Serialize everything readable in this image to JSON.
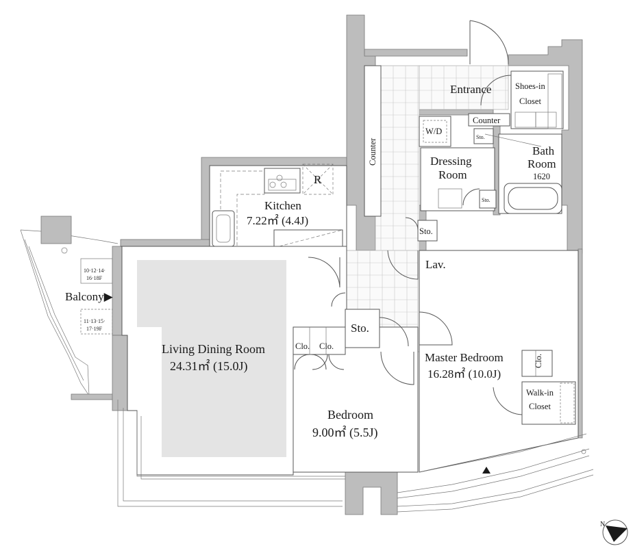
{
  "rooms": {
    "entrance": "Entrance",
    "shoes_in_closet_1": "Shoes-in",
    "shoes_in_closet_2": "Closet",
    "counter_entrance": "Counter",
    "counter_vertical": "Counter",
    "wd": "W/D",
    "sto_top": "Sto.",
    "dressing_1": "Dressing",
    "dressing_2": "Room",
    "bath_1": "Bath",
    "bath_2": "Room",
    "bath_3": "1620",
    "sto_bath": "Sto.",
    "sto_hall": "Sto.",
    "lav": "Lav.",
    "kitchen": "Kitchen",
    "kitchen_area": "7.22㎡ (4.4J)",
    "fridge": "R",
    "balcony": "Balcony▶",
    "floor_note_1a": "10·12·14·",
    "floor_note_1b": "16·18F",
    "floor_note_2a": "11·13·15·",
    "floor_note_2b": "17·19F",
    "ldr": "Living Dining Room",
    "ldr_area": "24.31㎡ (15.0J)",
    "clo_1": "Clo.",
    "clo_2": "Clo.",
    "sto_bedroom": "Sto.",
    "bedroom": "Bedroom",
    "bedroom_area": "9.00㎡ (5.5J)",
    "master": "Master Bedroom",
    "master_area": "16.28㎡ (10.0J)",
    "clo_master": "Clo.",
    "walk_in_1": "Walk-in",
    "walk_in_2": "Closet",
    "compass": "N"
  },
  "colors": {
    "wall": "#bdbdbd",
    "living_highlight": "#e4e4e4",
    "line": "#555555"
  }
}
